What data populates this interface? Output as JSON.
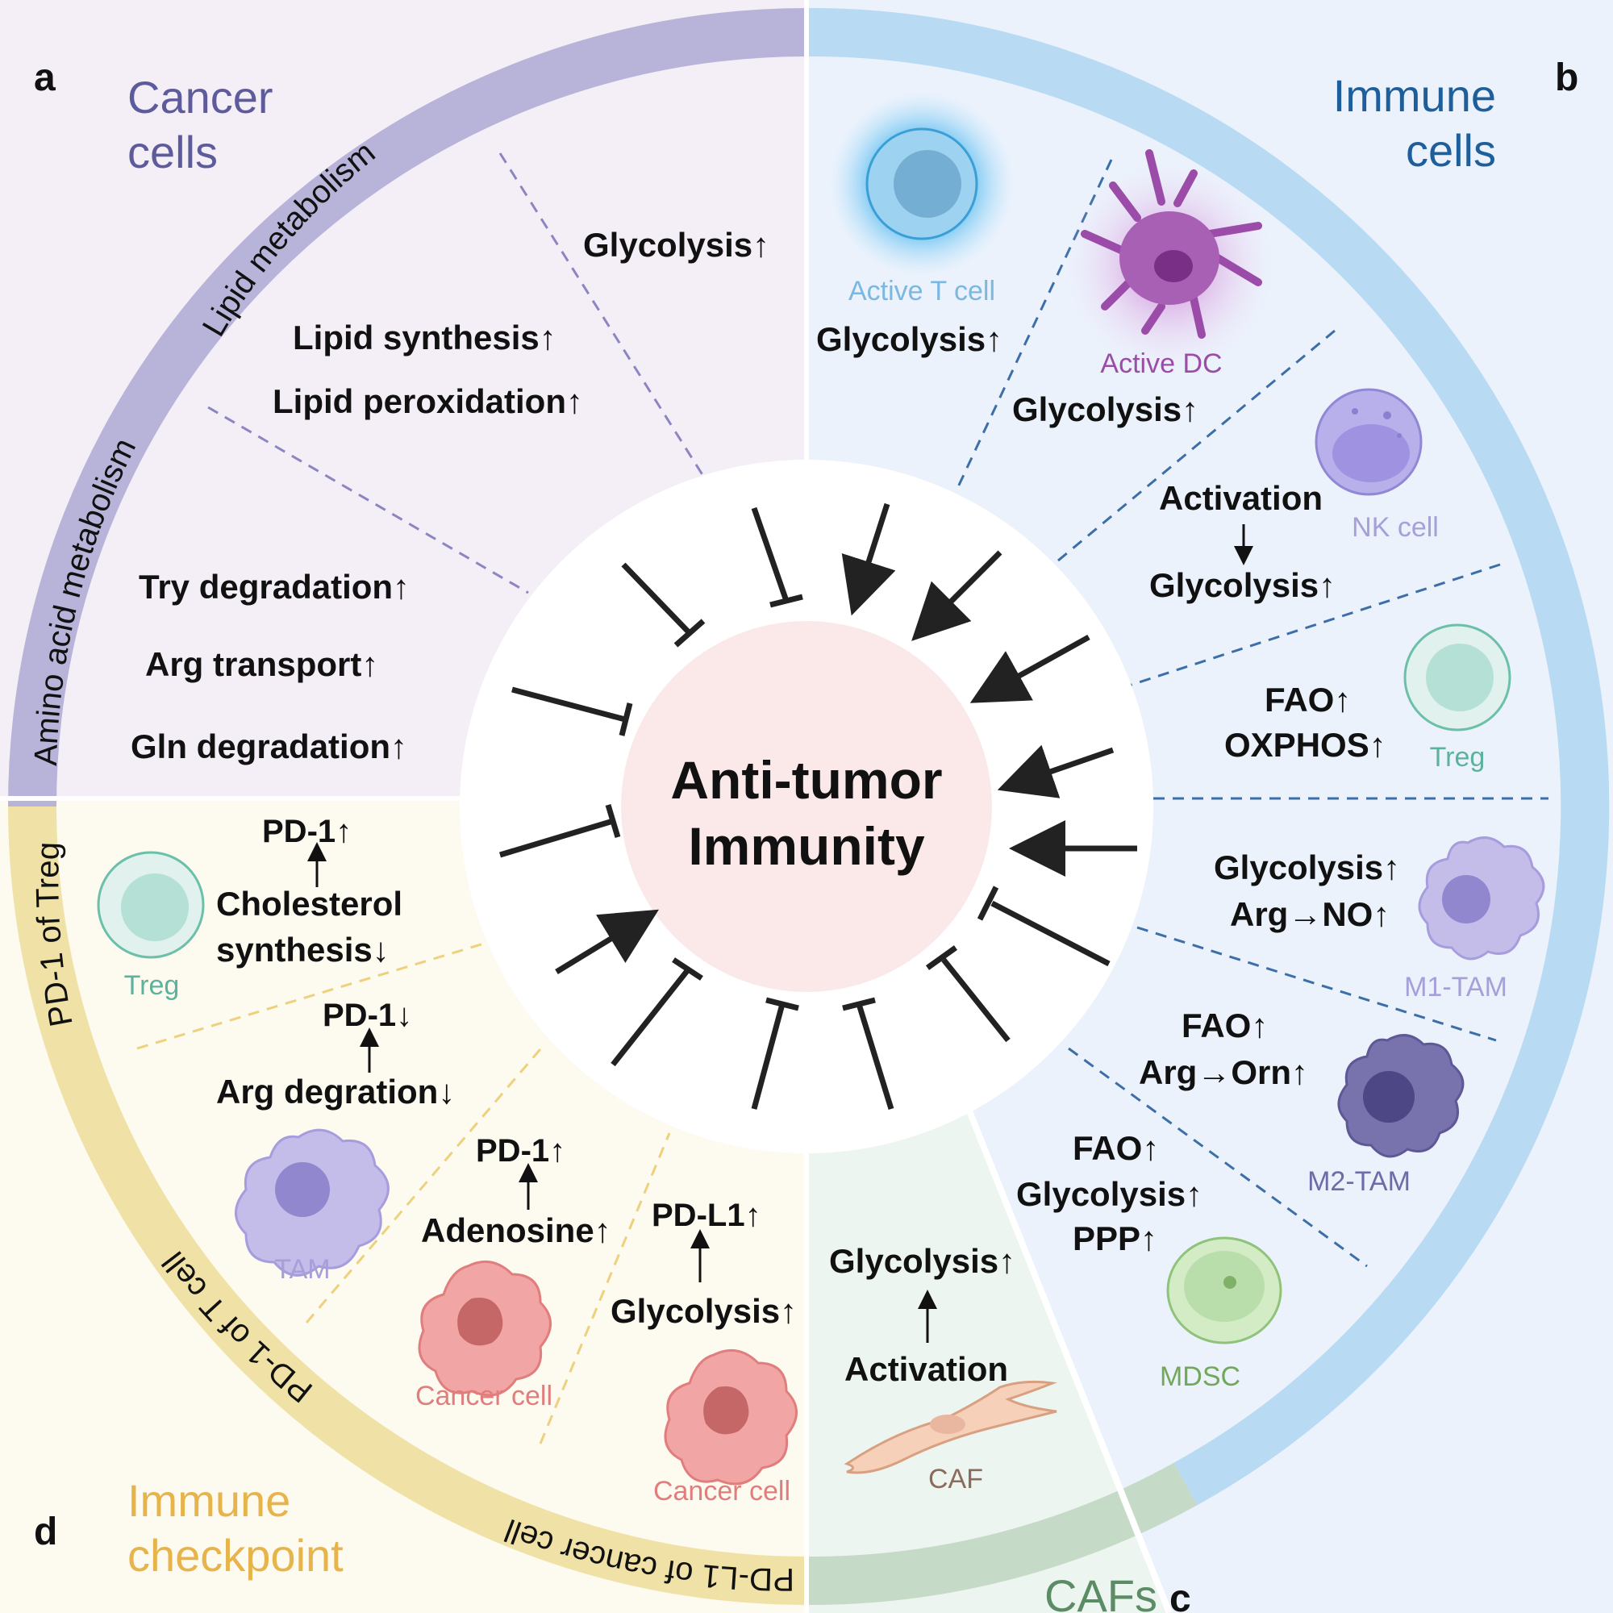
{
  "colors": {
    "cancer_bg": "#f4eff6",
    "cancer_ring": "#b8b3d9",
    "cancer_text": "#5e5b9c",
    "immune_bg": "#ebf2fc",
    "immune_ring": "#b9daf3",
    "immune_text": "#1e5f9b",
    "caf_bg": "#edf5f0",
    "caf_ring": "#c6dbc7",
    "caf_text": "#5b8c66",
    "checkpoint_bg": "#fdfaf0",
    "checkpoint_ring": "#f0e2a6",
    "checkpoint_text": "#e7b44c",
    "center_fill": "#fbe9ea",
    "dashed_cancer": "#8b86c2",
    "dashed_immune": "#3c6ea7",
    "dashed_checkpoint": "#edd17d"
  },
  "center": {
    "line1": "Anti-tumor",
    "line2": "Immunity"
  },
  "panels": {
    "a": {
      "letter": "a",
      "title1": "Cancer",
      "title2": "cells"
    },
    "b": {
      "letter": "b",
      "title1": "Immune",
      "title2": "cells"
    },
    "c": {
      "letter": "c",
      "title": "CAFs"
    },
    "d": {
      "letter": "d",
      "title1": "Immune",
      "title2": "checkpoint"
    }
  },
  "ring_labels": {
    "lipid": "Lipid metabolism",
    "amino_acid": "Amino acid  metabolism",
    "pd1_treg": "PD-1 of Treg",
    "pd1_tcell": "PD-1 of T cell",
    "pdl1_cancer": "PD-L1 of cancer cell"
  },
  "cancer": {
    "glycolysis": "Glycolysis↑",
    "lipid_synthesis": "Lipid synthesis↑",
    "lipid_peroxidation": "Lipid peroxidation↑",
    "try": "Try degradation↑",
    "arg": "Arg transport↑",
    "gln": "Gln degradation↑"
  },
  "immune": {
    "t_cell_label": "Active T cell",
    "t_cell_text": "Glycolysis↑",
    "dc_label": "Active DC",
    "dc_text": "Glycolysis↑",
    "nk_label": "NK cell",
    "nk_text1": "Activation",
    "nk_text2": "Glycolysis↑",
    "treg_label": "Treg",
    "treg_text1": "FAO↑",
    "treg_text2": "OXPHOS↑",
    "m1_label": "M1-TAM",
    "m1_text1": "Glycolysis↑",
    "m1_text2": "Arg→NO↑",
    "m2_label": "M2-TAM",
    "m2_text1": "FAO↑",
    "m2_text2": "Arg→Orn↑",
    "mdsc_label": "MDSC",
    "mdsc_text1": "FAO↑",
    "mdsc_text2": "Glycolysis↑",
    "mdsc_text3": "PPP↑"
  },
  "caf": {
    "label": "CAF",
    "text1": "Glycolysis↑",
    "text2": "Activation"
  },
  "checkpoint": {
    "treg_label": "Treg",
    "treg_top": "PD-1↑",
    "treg_b1": "Cholesterol",
    "treg_b2": "synthesis↓",
    "tam_top": "PD-1↓",
    "tam_bottom": "Arg degration↓",
    "tam_label": "TAM",
    "cc1_top": "PD-1↑",
    "cc1_bottom": "Adenosine↑",
    "cc1_label": "Cancer cell",
    "cc2_top": "PD-L1↑",
    "cc2_bottom": "Glycolysis↑",
    "cc2_label": "Cancer cell"
  }
}
